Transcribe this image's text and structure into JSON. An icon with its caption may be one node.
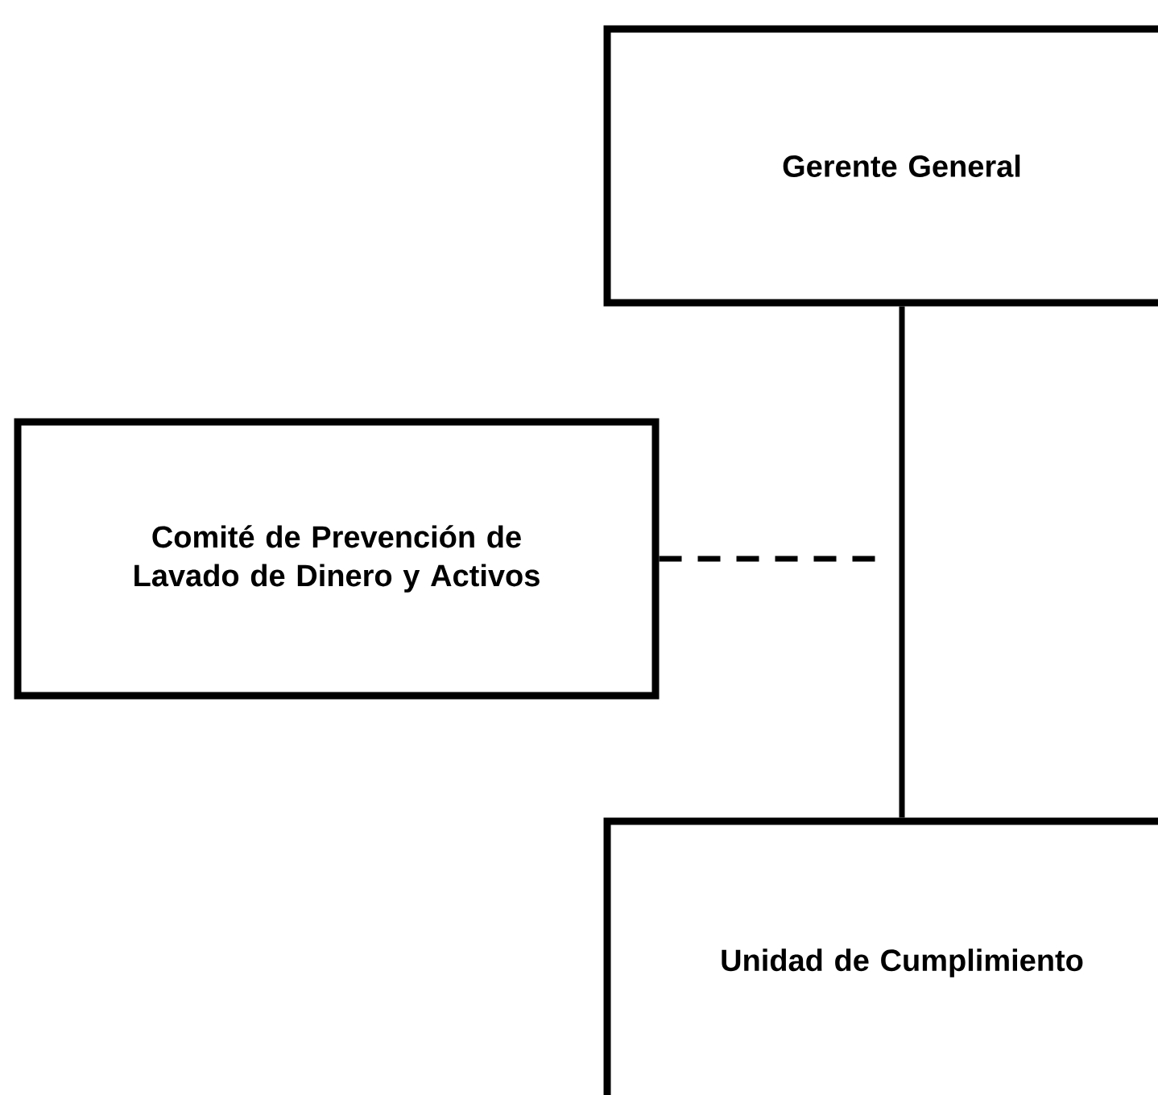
{
  "diagram": {
    "nodes": [
      {
        "text": [
          "Gerente General"
        ]
      },
      {
        "text": [
          "Comité de Prevención de Lavado de Dinero y Activos"
        ]
      },
      {
        "text": [
          "Unidad de Cumplimiento"
        ]
      }
    ],
    "edges": [
      {
        "from": 0,
        "to": 2,
        "arrow": "none"
      },
      {
        "from": 1,
        "to": null,
        "arrow": "none",
        "style": "dashed"
      }
    ]
  }
}
